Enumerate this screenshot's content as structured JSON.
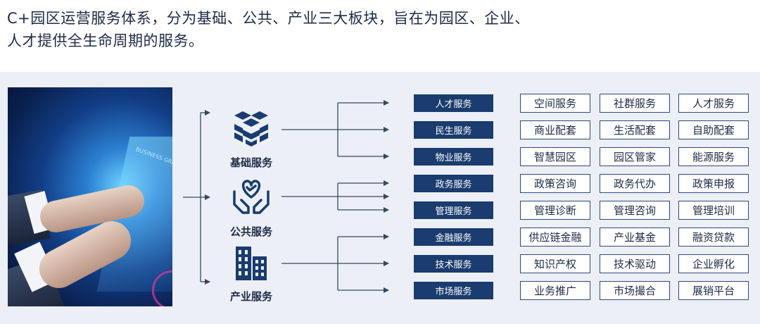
{
  "intro": {
    "line1": "C+园区运营服务体系，分为基础、公共、产业三大板块，旨在为园区、企业、",
    "line2": "人才提供全生命周期的服务。"
  },
  "image": {
    "overlay_text": "BUSINESS GRAPH"
  },
  "groups": [
    {
      "title": "基础服务",
      "icon": "stacked-boxes-icon"
    },
    {
      "title": "公共服务",
      "icon": "heart-in-hands-icon"
    },
    {
      "title": "产业服务",
      "icon": "buildings-icon"
    }
  ],
  "categories": [
    {
      "label": "人才服务",
      "items": [
        "空间服务",
        "社群服务",
        "人才服务"
      ]
    },
    {
      "label": "民生服务",
      "items": [
        "商业配套",
        "生活配套",
        "自助配套"
      ]
    },
    {
      "label": "物业服务",
      "items": [
        "智慧园区",
        "园区管家",
        "能源服务"
      ]
    },
    {
      "label": "政务服务",
      "items": [
        "政策咨询",
        "政务代办",
        "政策申报"
      ]
    },
    {
      "label": "管理服务",
      "items": [
        "管理诊断",
        "管理咨询",
        "管理培训"
      ]
    },
    {
      "label": "金融服务",
      "items": [
        "供应链金融",
        "产业基金",
        "融资贷款"
      ]
    },
    {
      "label": "技术服务",
      "items": [
        "知识产权",
        "技术驱动",
        "企业孵化"
      ]
    },
    {
      "label": "市场服务",
      "items": [
        "业务推广",
        "市场撮合",
        "展销平台"
      ]
    }
  ],
  "colors": {
    "navy": "#1a3c6e",
    "text": "#1e2a45",
    "panel": "#eceff6",
    "connector": "#34495e"
  }
}
